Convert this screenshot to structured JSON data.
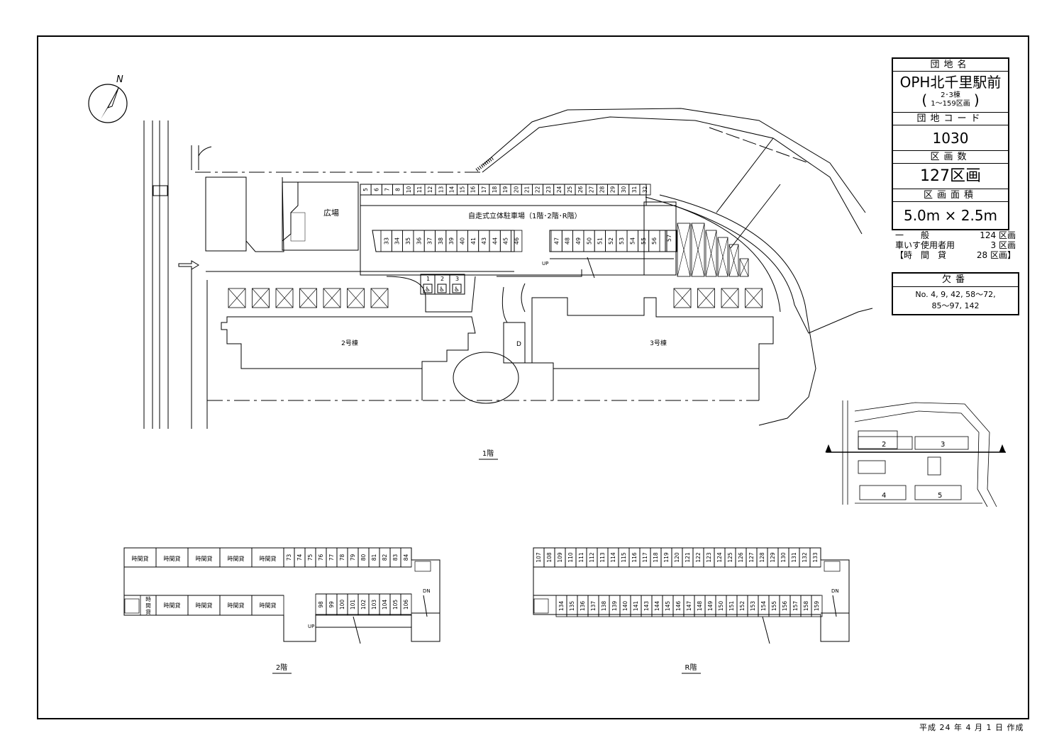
{
  "compass": {
    "north_label": "N"
  },
  "info_box": {
    "name_header": "団地名",
    "name": "OPH北千里駅前",
    "name_sub_line1": "2･3棟",
    "name_sub_line2": "1～159区画",
    "code_header": "団地コード",
    "code": "1030",
    "count_header": "区画数",
    "count": "127区画",
    "area_header": "区画面積",
    "area": "5.0m × 2.5m"
  },
  "counts": [
    {
      "label": "一　　般",
      "value": "124 区画"
    },
    {
      "label": "車いす使用者用",
      "value": "3 区画"
    },
    {
      "label": "【時　間　貸",
      "value": "28 区画】"
    }
  ],
  "missing": {
    "header": "欠番",
    "line1": "No. 4, 9, 42, 58～72,",
    "line2": "85～97, 142"
  },
  "labels": {
    "plaza": "広場",
    "parking_title": "自走式立体駐車場（1階･2階･R階）",
    "bldg2": "2号棟",
    "bldg3": "3号棟",
    "d_mark": "D",
    "up": "UP",
    "dn": "DN",
    "floor1": "1階",
    "floor2": "2階",
    "floorR": "R階",
    "hourly": "時間貸",
    "hourly_narrow": "時間貸"
  },
  "floor1": {
    "top_row": [
      "5",
      "6",
      "7",
      "8",
      "10",
      "11",
      "12",
      "13",
      "14",
      "15",
      "16",
      "17",
      "18",
      "19",
      "20",
      "21",
      "22",
      "23",
      "24",
      "25",
      "26",
      "27",
      "28",
      "29",
      "30",
      "31",
      "32"
    ],
    "mid_left": [
      "33",
      "34",
      "35",
      "36",
      "37",
      "38",
      "39",
      "40",
      "41",
      "43",
      "44",
      "45",
      "46"
    ],
    "mid_right": [
      "47",
      "48",
      "49",
      "50",
      "51",
      "52",
      "53",
      "54",
      "55",
      "56"
    ],
    "side": "57",
    "accessible": [
      "1",
      "2",
      "3"
    ]
  },
  "floor2": {
    "top_numbered": [
      "73",
      "74",
      "75",
      "76",
      "77",
      "78",
      "79",
      "80",
      "81",
      "82",
      "83",
      "84"
    ],
    "bottom_numbered": [
      "98",
      "99",
      "100",
      "101",
      "102",
      "103",
      "104",
      "105",
      "106"
    ]
  },
  "floorR": {
    "top": [
      "107",
      "108",
      "109",
      "110",
      "111",
      "112",
      "113",
      "114",
      "115",
      "116",
      "117",
      "118",
      "119",
      "120",
      "121",
      "122",
      "123",
      "124",
      "125",
      "126",
      "127",
      "128",
      "129",
      "130",
      "131",
      "132",
      "133"
    ],
    "bottom": [
      "134",
      "135",
      "136",
      "137",
      "138",
      "139",
      "140",
      "141",
      "143",
      "144",
      "145",
      "146",
      "147",
      "148",
      "149",
      "150",
      "151",
      "152",
      "153",
      "154",
      "155",
      "156",
      "157",
      "158",
      "159"
    ]
  },
  "keymap": {
    "labels": [
      "2",
      "3",
      "4",
      "5"
    ]
  },
  "created": "平成 24 年 4 月 1 日 作成"
}
